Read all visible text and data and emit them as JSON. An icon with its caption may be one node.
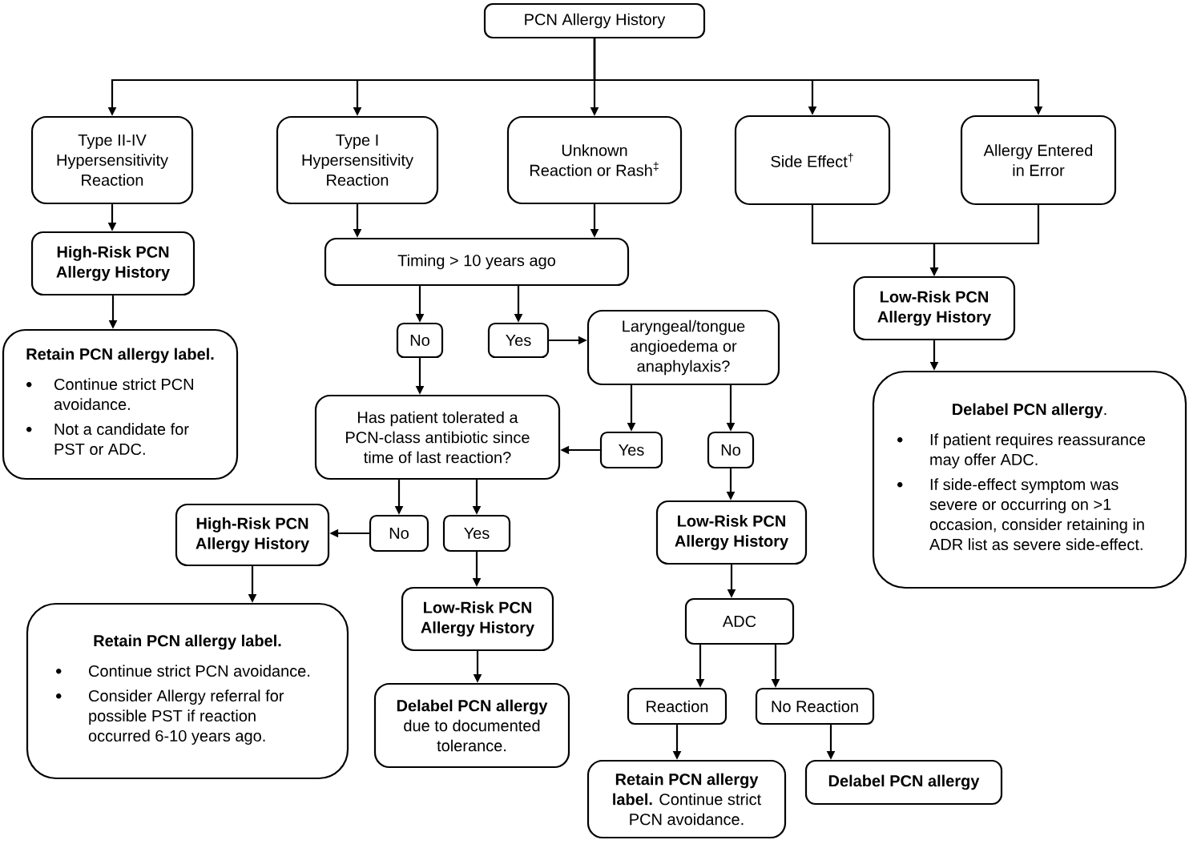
{
  "diagram": {
    "nodes": [
      {
        "text": [
          "PCN Allergy History"
        ]
      },
      {
        "text": [
          "Type II-IV Hypersensitivity Reaction"
        ]
      },
      {
        "text": [
          "Type I Hypersensitivity Reaction"
        ]
      },
      {
        "text": [
          "Unknown Reaction or Rash$^{‡}$"
        ]
      },
      {
        "text": [
          "Side Effect$^{†}$"
        ]
      },
      {
        "text": [
          "Allergy Entered in Error"
        ]
      },
      {
        "text": [
          "High-Risk PCN Allergy History"
        ]
      },
      {
        "text": [
          "Timing > 10 years ago"
        ]
      },
      {
        "text": [
          "Low-Risk PCN Allergy History"
        ]
      },
      {
        "text": [
          "Retain PCN allergy label.",
          "Continue strict PCN avoidance.",
          "Not a candidate for PST or ADC."
        ]
      },
      {
        "text": [
          "No"
        ]
      },
      {
        "text": [
          "Yes"
        ]
      },
      {
        "text": [
          "Laryngeal/tongue angioedema or anaphylaxis?"
        ]
      },
      {
        "text": [
          "**Delabel PCN allergy**.",
          "If patient requires reassurance may offer ADC.",
          "If side-effect symptom was severe or occurring on >1 occasion, consider retaining in ADR list as severe side-effect."
        ]
      },
      {
        "text": [
          "Has patient tolerated a PCN-class antibiotic since time of last reaction?"
        ]
      },
      {
        "text": [
          "Yes"
        ]
      },
      {
        "text": [
          "No"
        ]
      },
      {
        "text": [
          "High-Risk PCN Allergy History"
        ]
      },
      {
        "text": [
          "No"
        ]
      },
      {
        "text": [
          "Yes"
        ]
      },
      {
        "text": [
          "Low-Risk PCN Allergy History"
        ]
      },
      {
        "text": [
          "Retain PCN allergy label.",
          "Continue strict PCN avoidance.",
          "Consider Allergy referral for possible PST if reaction occurred 6-10 years ago."
        ]
      },
      {
        "text": [
          "Low-Risk PCN Allergy History"
        ]
      },
      {
        "text": [
          "ADC"
        ]
      },
      {
        "text": [
          "**Delabel PCN allergy** due to documented tolerance."
        ]
      },
      {
        "text": [
          "Reaction"
        ]
      },
      {
        "text": [
          "No Reaction"
        ]
      },
      {
        "text": [
          "**Retain PCN allergy label.** Continue strict PCN avoidance."
        ]
      },
      {
        "text": [
          "Delabel PCN allergy"
        ]
      }
    ],
    "edges": [
      {
        "from": 0,
        "to": 1,
        "arrow": "to"
      },
      {
        "from": 0,
        "to": 2,
        "arrow": "to"
      },
      {
        "from": 0,
        "to": 3,
        "arrow": "to"
      },
      {
        "from": 0,
        "to": 4,
        "arrow": "to"
      },
      {
        "from": 0,
        "to": 5,
        "arrow": "to"
      },
      {
        "from": 1,
        "to": 6,
        "arrow": "to"
      },
      {
        "from": 2,
        "to": 7,
        "arrow": "to"
      },
      {
        "from": 3,
        "to": 7,
        "arrow": "to"
      },
      {
        "from": 4,
        "to": 8,
        "arrow": "to"
      },
      {
        "from": 5,
        "to": 8,
        "arrow": "to"
      },
      {
        "from": 6,
        "to": 9,
        "arrow": "to"
      },
      {
        "from": 7,
        "to": 10,
        "arrow": "to"
      },
      {
        "from": 7,
        "to": 11,
        "arrow": "to"
      },
      {
        "from": 11,
        "to": 12,
        "arrow": "to"
      },
      {
        "from": 8,
        "to": 13,
        "arrow": "to"
      },
      {
        "from": 10,
        "to": 14,
        "arrow": "to"
      },
      {
        "from": 12,
        "to": 15,
        "arrow": "to"
      },
      {
        "from": 12,
        "to": 16,
        "arrow": "to"
      },
      {
        "from": 15,
        "to": 14,
        "arrow": "to"
      },
      {
        "from": 14,
        "to": 18,
        "arrow": "to"
      },
      {
        "from": 14,
        "to": 19,
        "arrow": "to"
      },
      {
        "from": 18,
        "to": 17,
        "arrow": "to"
      },
      {
        "from": 16,
        "to": 20,
        "arrow": "to"
      },
      {
        "from": 17,
        "to": 21,
        "arrow": "to"
      },
      {
        "from": 19,
        "to": 22,
        "arrow": "to"
      },
      {
        "from": 20,
        "to": 23,
        "arrow": "to"
      },
      {
        "from": 22,
        "to": 24,
        "arrow": "to"
      },
      {
        "from": 23,
        "to": 25,
        "arrow": "to"
      },
      {
        "from": 23,
        "to": 26,
        "arrow": "to"
      },
      {
        "from": 25,
        "to": 27,
        "arrow": "to"
      },
      {
        "from": 26,
        "to": 28,
        "arrow": "to"
      }
    ]
  }
}
